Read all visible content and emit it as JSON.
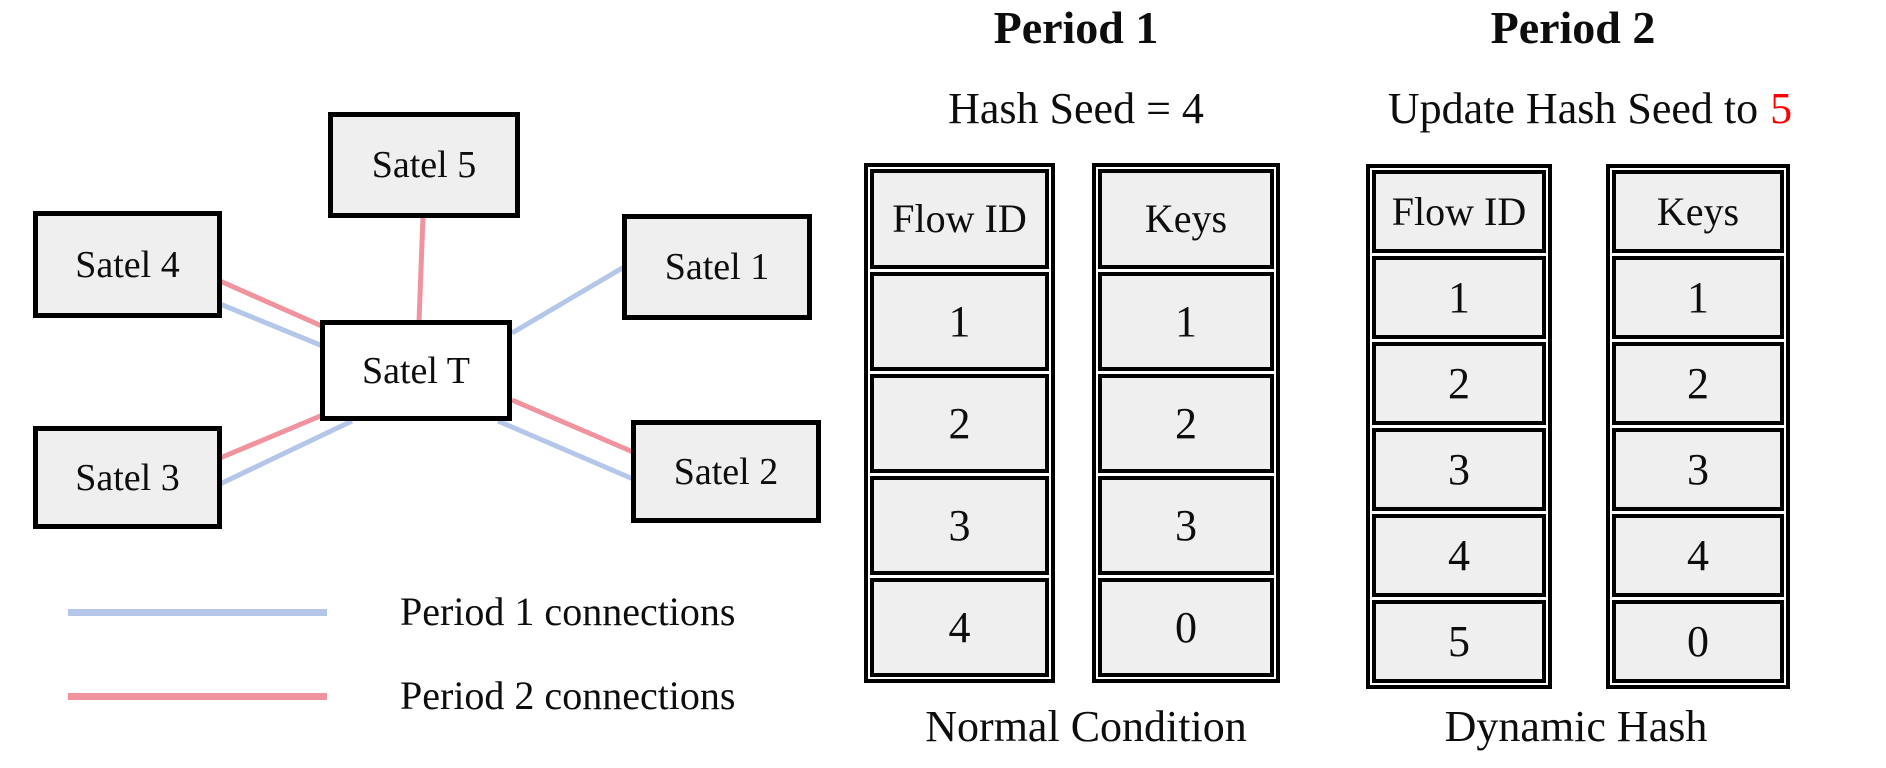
{
  "network": {
    "nodes": {
      "satel5": "Satel 5",
      "satel4": "Satel 4",
      "satel1": "Satel 1",
      "satelT": "Satel T",
      "satel3": "Satel 3",
      "satel2": "Satel 2"
    },
    "legend": {
      "p1": {
        "label": "Period 1 connections"
      },
      "p2": {
        "label": "Period 2 connections"
      }
    }
  },
  "period1": {
    "title": "Period 1",
    "subtitle": "Hash Seed = 4",
    "caption": "Normal Condition",
    "flow_table": {
      "header": "Flow ID",
      "rows": [
        "1",
        "2",
        "3",
        "4"
      ]
    },
    "keys_table": {
      "header": "Keys",
      "rows": [
        "1",
        "2",
        "3",
        "0"
      ]
    }
  },
  "period2": {
    "title": "Period 2",
    "subtitle_prefix": "Update Hash Seed to",
    "subtitle_highlight": "5",
    "caption": "Dynamic Hash",
    "flow_table": {
      "header": "Flow ID",
      "rows": [
        "1",
        "2",
        "3",
        "4",
        "5"
      ]
    },
    "keys_table": {
      "header": "Keys",
      "rows": [
        "1",
        "2",
        "3",
        "4",
        "0"
      ]
    }
  },
  "colors": {
    "period1_line": "#b5c7e8",
    "period2_line": "#f0939e",
    "highlight_red": "#ff0000",
    "node_fill": "#efefef",
    "node_center_fill": "#ffffff",
    "border": "#000000"
  }
}
